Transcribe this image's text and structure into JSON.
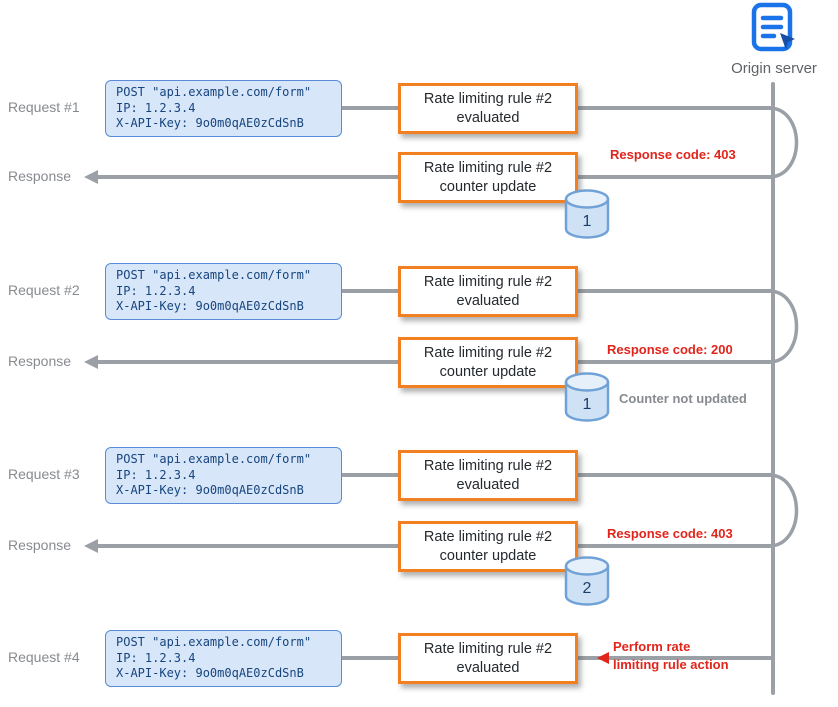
{
  "header": {
    "label": "Origin server",
    "icon": "form-document-icon"
  },
  "payload": {
    "text": "POST \"api.example.com/form\"\nIP: 1.2.3.4\nX-API-Key: 9o0m0qAE0zCdSnB"
  },
  "lanes": [
    {
      "label": "Request #1"
    },
    {
      "label": "Response"
    },
    {
      "label": "Request #2"
    },
    {
      "label": "Response"
    },
    {
      "label": "Request #3"
    },
    {
      "label": "Response"
    },
    {
      "label": "Request #4"
    }
  ],
  "boxes": {
    "evaluated": "Rate limiting rule #2\nevaluated",
    "counter_update": "Rate limiting rule #2\ncounter update"
  },
  "counters": [
    {
      "value": "1"
    },
    {
      "value": "1"
    },
    {
      "value": "2"
    }
  ],
  "annotations": {
    "response1": "Response code: 403",
    "response2": "Response code: 200",
    "response2_note": "Counter not updated",
    "response3": "Response code: 403",
    "final_action": "Perform rate\nlimiting rule action"
  },
  "colors": {
    "rule_box_border": "#F38020",
    "payload_fill": "#D8E6F9",
    "payload_border": "#5B8BD8",
    "line_gray": "#9AA0A6",
    "annotation_red": "#E1251B",
    "db_fill": "#CFE2F5",
    "icon_blue": "#1A73E8"
  }
}
